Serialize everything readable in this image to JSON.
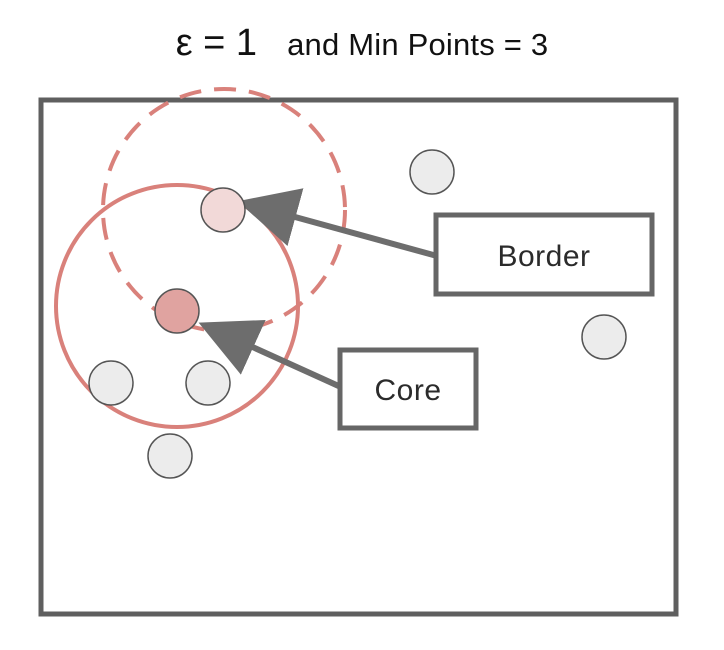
{
  "title": {
    "epsilon": "ε = 1",
    "rest": "and  Min Points = 3"
  },
  "labels": {
    "border": "Border",
    "core": "Core"
  },
  "colors": {
    "frame": "#5f5f5f",
    "neighborhood": "#d9817b",
    "core_point": "#e0a3a0",
    "border_point": "#f2d9d8",
    "noise_point": "#ececec",
    "point_outline": "#555555",
    "arrow": "#6d6d6d",
    "label_box": "#666666"
  },
  "icons": {
    "arrow_border": "arrow-left",
    "arrow_core": "arrow-left"
  }
}
